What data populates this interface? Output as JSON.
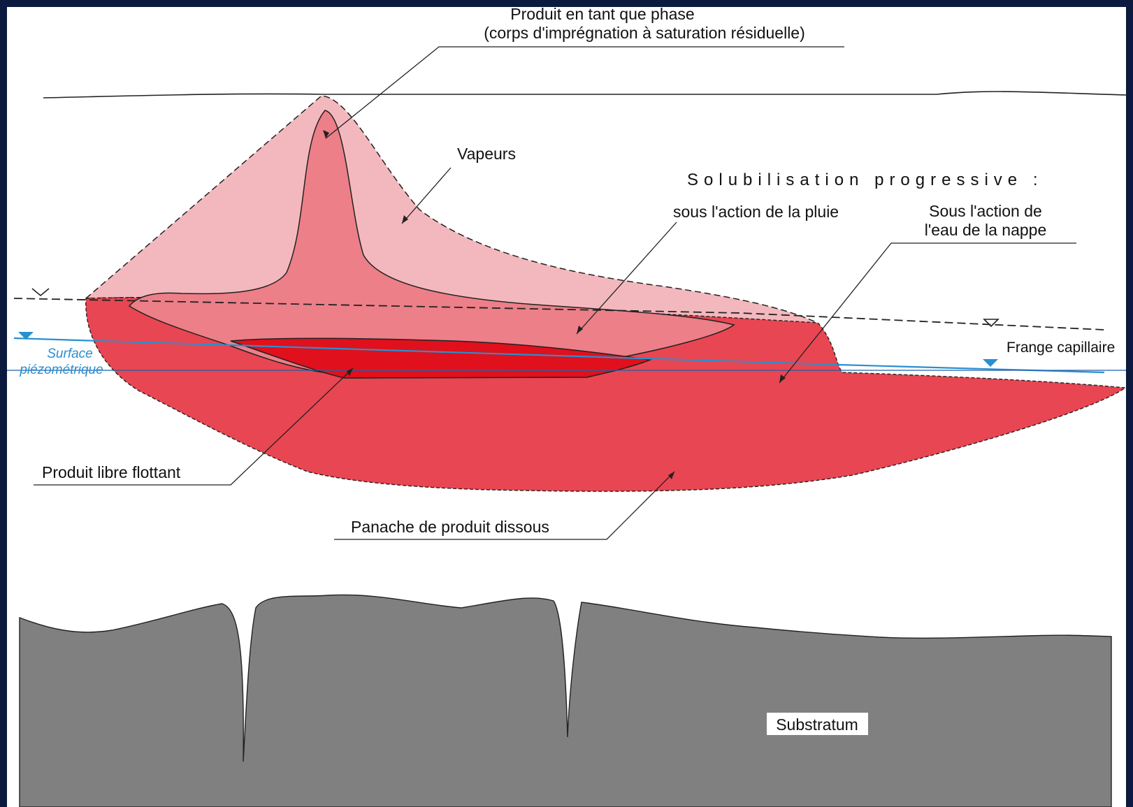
{
  "diagram": {
    "labels": {
      "phase_line1": "Produit en tant que phase",
      "phase_line2": "(corps d'imprégnation à saturation résiduelle)",
      "vapeurs": "Vapeurs",
      "solubilisation": "Solubilisation progressive :",
      "pluie": "sous l'action de la pluie",
      "nappe_line1": "Sous l'action de",
      "nappe_line2": "l'eau de la nappe",
      "frange": "Frange capillaire",
      "surface_line1": "Surface",
      "surface_line2": "piézométrique",
      "libre": "Produit libre flottant",
      "panache": "Panache de produit dissous",
      "substratum": "Substratum"
    },
    "colors": {
      "background_frame": "#0b1a3e",
      "vapour_zone": "#f3b8bd",
      "impregnation_zone": "#ec7f88",
      "plume_zone": "#e84652",
      "free_product": "#e0101c",
      "substratum": "#808080",
      "water_table": "#2a8fd0"
    }
  }
}
